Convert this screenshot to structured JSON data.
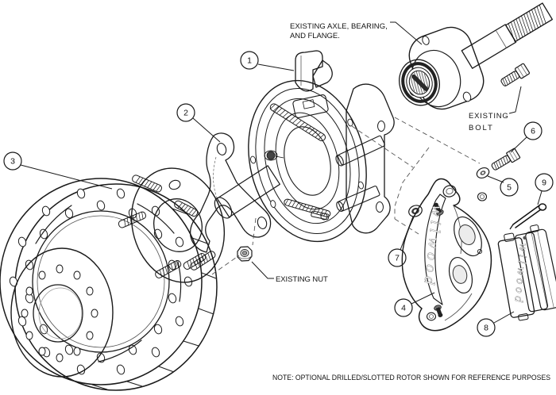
{
  "diagram": {
    "note": "NOTE: OPTIONAL DRILLED/SLOTTED ROTOR SHOWN FOR REFERENCE PURPOSES",
    "labels": {
      "axle_line1": "EXISTING AXLE, BEARING,",
      "axle_line2": "AND FLANGE.",
      "bolt_line1": "EXISTING",
      "bolt_line2": "BOLT",
      "nut": "EXISTING NUT"
    },
    "callouts": [
      "1",
      "2",
      "3",
      "4",
      "5",
      "6",
      "7",
      "8",
      "9"
    ],
    "logos": {
      "caliper": "wilwood",
      "pad": "wilwood"
    },
    "colors": {
      "background": "#ffffff",
      "line": "#1a1a1a",
      "part_fill": "#d9d9d9",
      "part_fill_light": "#f1f1f1",
      "dark_detail": "#2a2a2a"
    }
  }
}
